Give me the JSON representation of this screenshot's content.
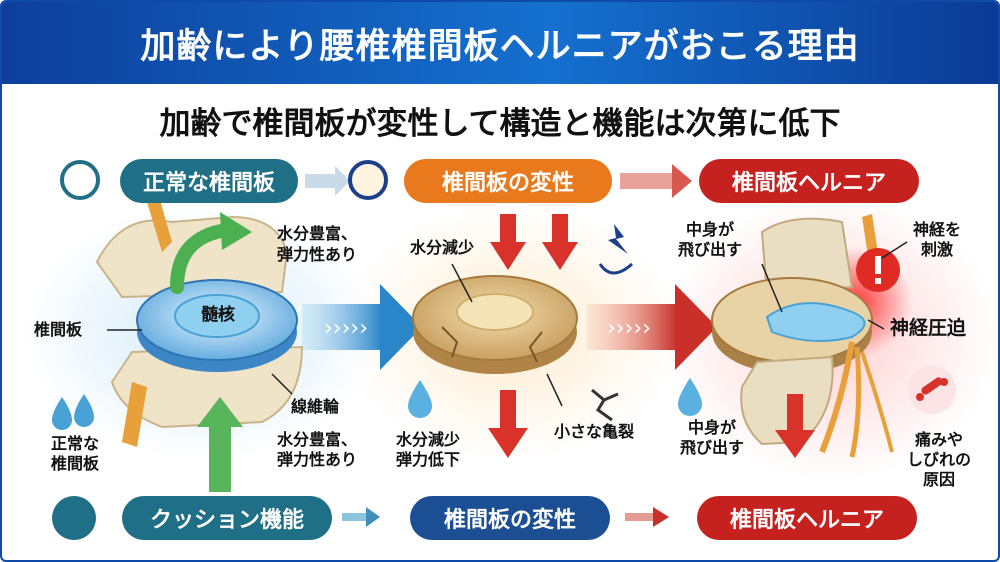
{
  "title": "加齢により腰椎椎間板ヘルニアがおこる理由",
  "subtitle": "加齢で椎間板が変性して構造と機能は次第に低下",
  "stages": {
    "normal": "正常な椎間板",
    "degeneration": "椎間板の変性",
    "hernia": "椎間板ヘルニア"
  },
  "normal_labels": {
    "nucleus": "髄核",
    "disc": "椎間板",
    "water_rich_top_1": "水分豊富、",
    "water_rich_top_2": "弾力性あり",
    "annulus": "線維輪",
    "water_rich_bottom_1": "水分豊富、",
    "water_rich_bottom_2": "弾力性あり",
    "drops_1": "正常な",
    "drops_2": "椎間板"
  },
  "degeneration_labels": {
    "water_loss": "水分減少",
    "water_loss_bottom_1": "水分減少",
    "water_loss_bottom_2": "弾力低下",
    "small_crack": "小さな亀裂"
  },
  "hernia_labels": {
    "pop_out_top_1": "中身が",
    "pop_out_top_2": "飛び出す",
    "pop_out_bottom_1": "中身が",
    "pop_out_bottom_2": "飛び出す",
    "nerve_stim_1": "神経を",
    "nerve_stim_2": "刺激",
    "nerve_compression": "神経圧迫",
    "pain_1": "痛みや",
    "pain_2": "しびれの",
    "pain_3": "原因"
  },
  "bottom_row": {
    "cushion": "クッション機能",
    "degeneration": "椎間板の変性",
    "hernia": "椎間板ヘルニア"
  },
  "colors": {
    "title_blue": "#0d3f9b",
    "teal": "#1f6f86",
    "orange": "#e9791d",
    "red": "#c5221f",
    "navy": "#1b4e93"
  },
  "icons": [
    "clock-icon",
    "stopwatch-icon",
    "water-drops-icon",
    "bone-cross-icon",
    "lightning-icon",
    "warning-icon",
    "broken-bone-icon"
  ]
}
